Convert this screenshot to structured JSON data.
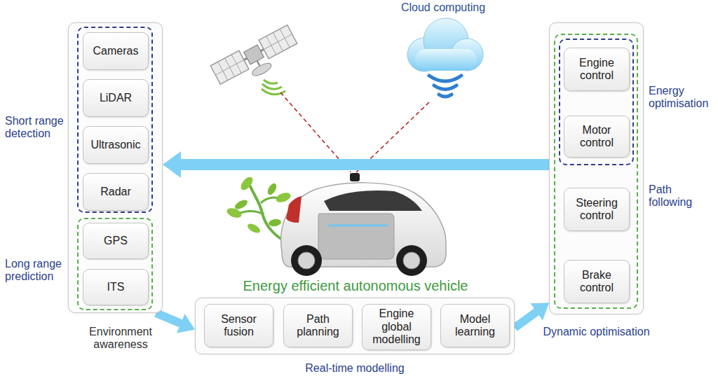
{
  "diagram": {
    "nodes": [
      {
        "text": [
          "Environment awareness"
        ]
      },
      {
        "text": [
          "Short range detection"
        ],
        "in": 0
      },
      {
        "text": [
          "Cameras"
        ],
        "in": 1
      },
      {
        "text": [
          "LiDAR"
        ],
        "in": 1
      },
      {
        "text": [
          "Ultrasonic"
        ],
        "in": 1
      },
      {
        "text": [
          "Radar"
        ],
        "in": 1
      },
      {
        "text": [
          "Long range prediction"
        ],
        "in": 0
      },
      {
        "text": [
          "GPS"
        ],
        "in": 6
      },
      {
        "text": [
          "ITS"
        ],
        "in": 6
      },
      {
        "text": [
          "Real-time modelling"
        ]
      },
      {
        "text": [
          "Sensor fusion"
        ],
        "in": 9
      },
      {
        "text": [
          "Path planning"
        ],
        "in": 9
      },
      {
        "text": [
          "Engine global modelling"
        ],
        "in": 9
      },
      {
        "text": [
          "Model learning"
        ],
        "in": 9
      },
      {
        "text": [
          "Dynamic optimisation"
        ]
      },
      {
        "text": [
          "Path following"
        ],
        "in": 14
      },
      {
        "text": [
          "Energy optimisation"
        ],
        "in": 15
      },
      {
        "text": [
          "Engine control"
        ],
        "in": 16
      },
      {
        "text": [
          "Motor control"
        ],
        "in": 16
      },
      {
        "text": [
          "Steering control"
        ],
        "in": 15
      },
      {
        "text": [
          "Brake control"
        ],
        "in": 15
      }
    ],
    "edges": [
      {
        "from": 14,
        "to": 0,
        "arrow": "to"
      },
      {
        "from": 0,
        "to": 9,
        "arrow": "to"
      },
      {
        "from": 9,
        "to": 14,
        "arrow": "to"
      }
    ],
    "labels": [
      "Cloud computing",
      "Energy efficient autonomous vehicle"
    ]
  }
}
